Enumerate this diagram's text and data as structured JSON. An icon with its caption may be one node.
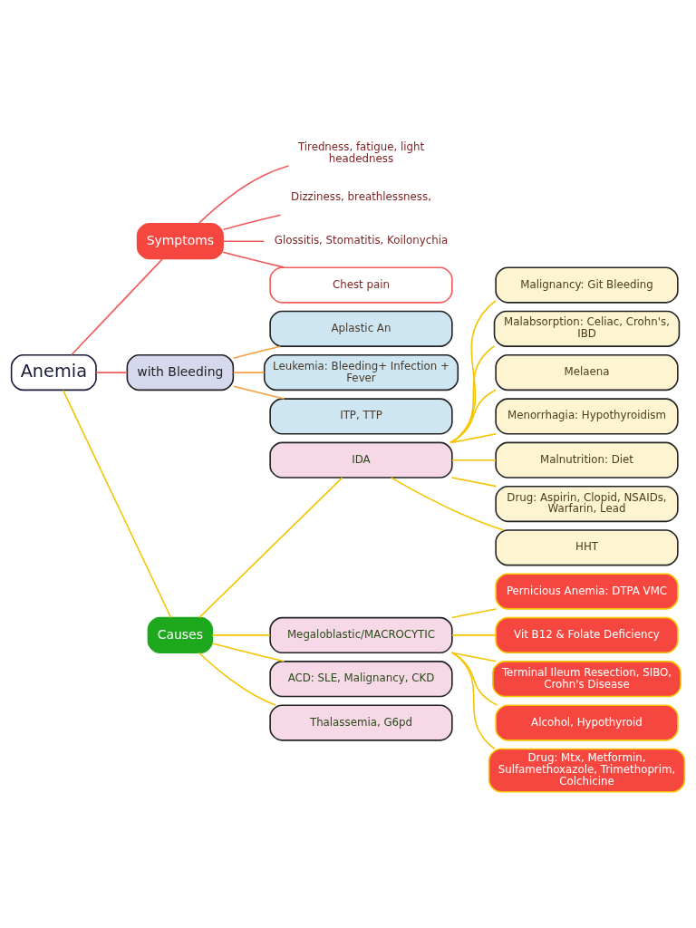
{
  "diagram": {
    "nodes": [
      {
        "text": [
          "Anemia"
        ]
      },
      {
        "text": [
          "Symptoms"
        ]
      },
      {
        "text": [
          "Tiredness, fatigue, light headedness"
        ]
      },
      {
        "text": [
          "Dizziness, breathlessness,"
        ]
      },
      {
        "text": [
          "Glossitis, Stomatitis, Koilonychia"
        ]
      },
      {
        "text": [
          "Chest pain"
        ]
      },
      {
        "text": [
          "with Bleeding"
        ]
      },
      {
        "text": [
          "Aplastic An"
        ]
      },
      {
        "text": [
          "Leukemia: Bleeding+ Infection + Fever"
        ]
      },
      {
        "text": [
          "ITP, TTP"
        ]
      },
      {
        "text": [
          "Causes"
        ]
      },
      {
        "text": [
          "IDA"
        ]
      },
      {
        "text": [
          "Malignancy: Git Bleeding"
        ]
      },
      {
        "text": [
          "Malabsorption: Celiac, Crohn's, IBD"
        ]
      },
      {
        "text": [
          "Melaena"
        ]
      },
      {
        "text": [
          "Menorrhagia: Hypothyroidism"
        ]
      },
      {
        "text": [
          "Malnutrition: Diet"
        ]
      },
      {
        "text": [
          "Drug: Aspirin, Clopid, NSAIDs, Warfarin, Lead"
        ]
      },
      {
        "text": [
          "HHT"
        ]
      },
      {
        "text": [
          "Megaloblastic/MACROCYTIC"
        ]
      },
      {
        "text": [
          "Pernicious Anemia: DTPA VMC"
        ]
      },
      {
        "text": [
          "Vit B12 & Folate Deficiency"
        ]
      },
      {
        "text": [
          "Terminal Ileum Resection, SIBO, Crohn's Disease"
        ]
      },
      {
        "text": [
          "Alcohol, Hypothyroid"
        ]
      },
      {
        "text": [
          "Drug: Mtx, Metformin, Sulfamethoxazole, Trimethoprim, Colchicine"
        ]
      },
      {
        "text": [
          "ACD: SLE, Malignancy, CKD"
        ]
      },
      {
        "text": [
          "Thalassemia, G6pd"
        ]
      }
    ],
    "edges": [
      {
        "from": 0,
        "to": 1,
        "arrow": "none",
        "color": "#f05a5a"
      },
      {
        "from": 1,
        "to": 2,
        "arrow": "none",
        "color": "#f05a5a"
      },
      {
        "from": 1,
        "to": 3,
        "arrow": "none",
        "color": "#f05a5a"
      },
      {
        "from": 1,
        "to": 4,
        "arrow": "none",
        "color": "#f05a5a"
      },
      {
        "from": 1,
        "to": 5,
        "arrow": "none",
        "color": "#f05a5a"
      },
      {
        "from": 0,
        "to": 6,
        "arrow": "none",
        "color": "#f05a5a"
      },
      {
        "from": 6,
        "to": 7,
        "arrow": "none",
        "color": "#f5a040"
      },
      {
        "from": 6,
        "to": 8,
        "arrow": "none",
        "color": "#f5a040"
      },
      {
        "from": 6,
        "to": 9,
        "arrow": "none",
        "color": "#f5a040"
      },
      {
        "from": 0,
        "to": 10,
        "arrow": "none"
      },
      {
        "from": 10,
        "to": 11,
        "arrow": "none"
      },
      {
        "from": 11,
        "to": 12,
        "arrow": "none"
      },
      {
        "from": 11,
        "to": 13,
        "arrow": "none"
      },
      {
        "from": 11,
        "to": 14,
        "arrow": "none"
      },
      {
        "from": 11,
        "to": 15,
        "arrow": "none"
      },
      {
        "from": 11,
        "to": 16,
        "arrow": "none"
      },
      {
        "from": 11,
        "to": 17,
        "arrow": "none"
      },
      {
        "from": 11,
        "to": 18,
        "arrow": "none"
      },
      {
        "from": 10,
        "to": 19,
        "arrow": "none"
      },
      {
        "from": 19,
        "to": 20,
        "arrow": "none"
      },
      {
        "from": 19,
        "to": 21,
        "arrow": "none"
      },
      {
        "from": 19,
        "to": 22,
        "arrow": "none"
      },
      {
        "from": 19,
        "to": 23,
        "arrow": "none"
      },
      {
        "from": 19,
        "to": 24,
        "arrow": "none"
      },
      {
        "from": 10,
        "to": 25,
        "arrow": "none"
      },
      {
        "from": 10,
        "to": 26,
        "arrow": "none"
      }
    ]
  }
}
